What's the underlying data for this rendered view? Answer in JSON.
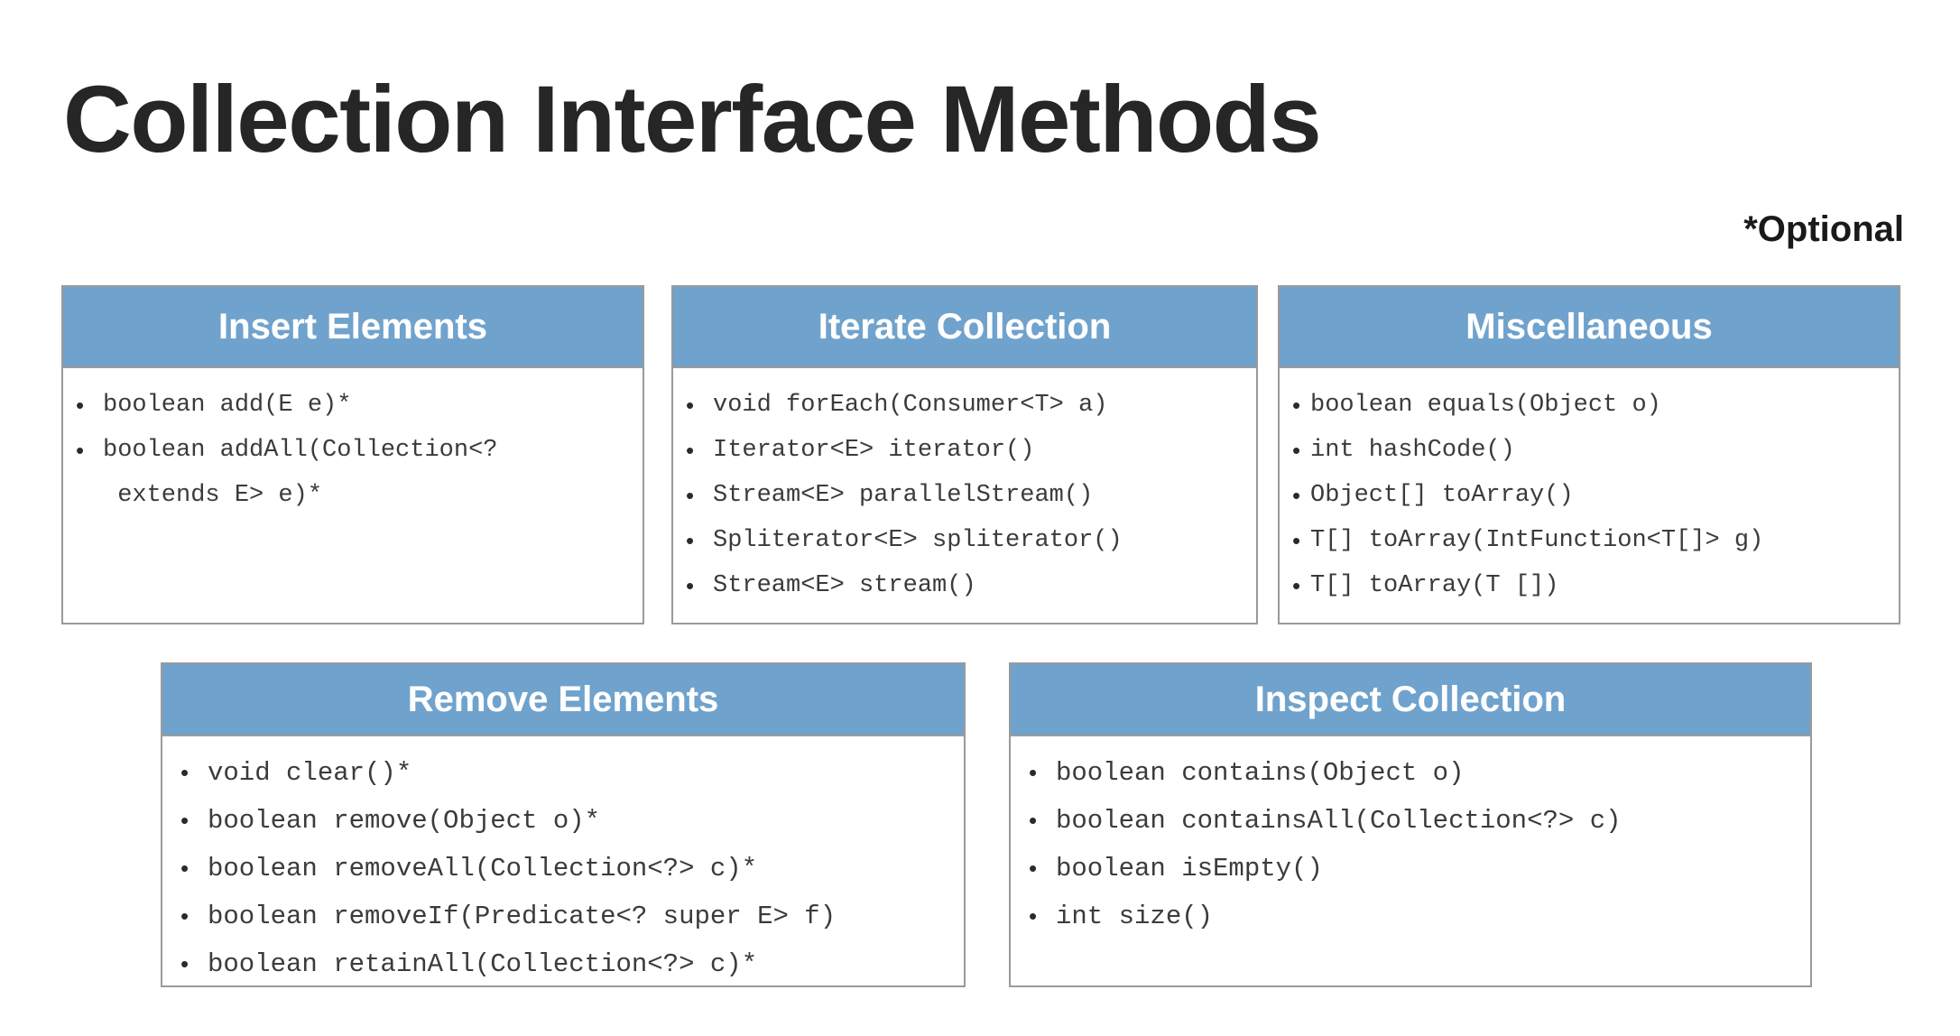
{
  "slide": {
    "title": "Collection Interface Methods",
    "optional_note": "*Optional",
    "header_color": "#6fa2cc",
    "title_color": "#262626",
    "border_color": "#9a9a9a",
    "background_color": "#ffffff"
  },
  "cards": [
    {
      "id": "insert",
      "title": "Insert Elements",
      "methods": [
        "boolean add(E e)*",
        "boolean addAll(Collection<?\n extends E> e)*"
      ]
    },
    {
      "id": "iterate",
      "title": "Iterate Collection",
      "methods": [
        "void forEach(Consumer<T> a)",
        "Iterator<E> iterator()",
        "Stream<E> parallelStream()",
        "Spliterator<E> spliterator()",
        "Stream<E> stream()"
      ]
    },
    {
      "id": "miscellaneous",
      "title": "Miscellaneous",
      "methods": [
        "boolean equals(Object o)",
        "int hashCode()",
        "Object[] toArray()",
        "T[] toArray(IntFunction<T[]> g)",
        "T[] toArray(T [])"
      ]
    },
    {
      "id": "remove",
      "title": "Remove Elements",
      "methods": [
        "void clear()*",
        "boolean remove(Object o)*",
        "boolean removeAll(Collection<?> c)*",
        "boolean removeIf(Predicate<? super E> f)",
        "boolean retainAll(Collection<?> c)*"
      ]
    },
    {
      "id": "inspect",
      "title": "Inspect Collection",
      "methods": [
        "boolean contains(Object o)",
        "boolean containsAll(Collection<?> c)",
        "boolean isEmpty()",
        "int size()"
      ]
    }
  ],
  "bullet_glyph": "•"
}
